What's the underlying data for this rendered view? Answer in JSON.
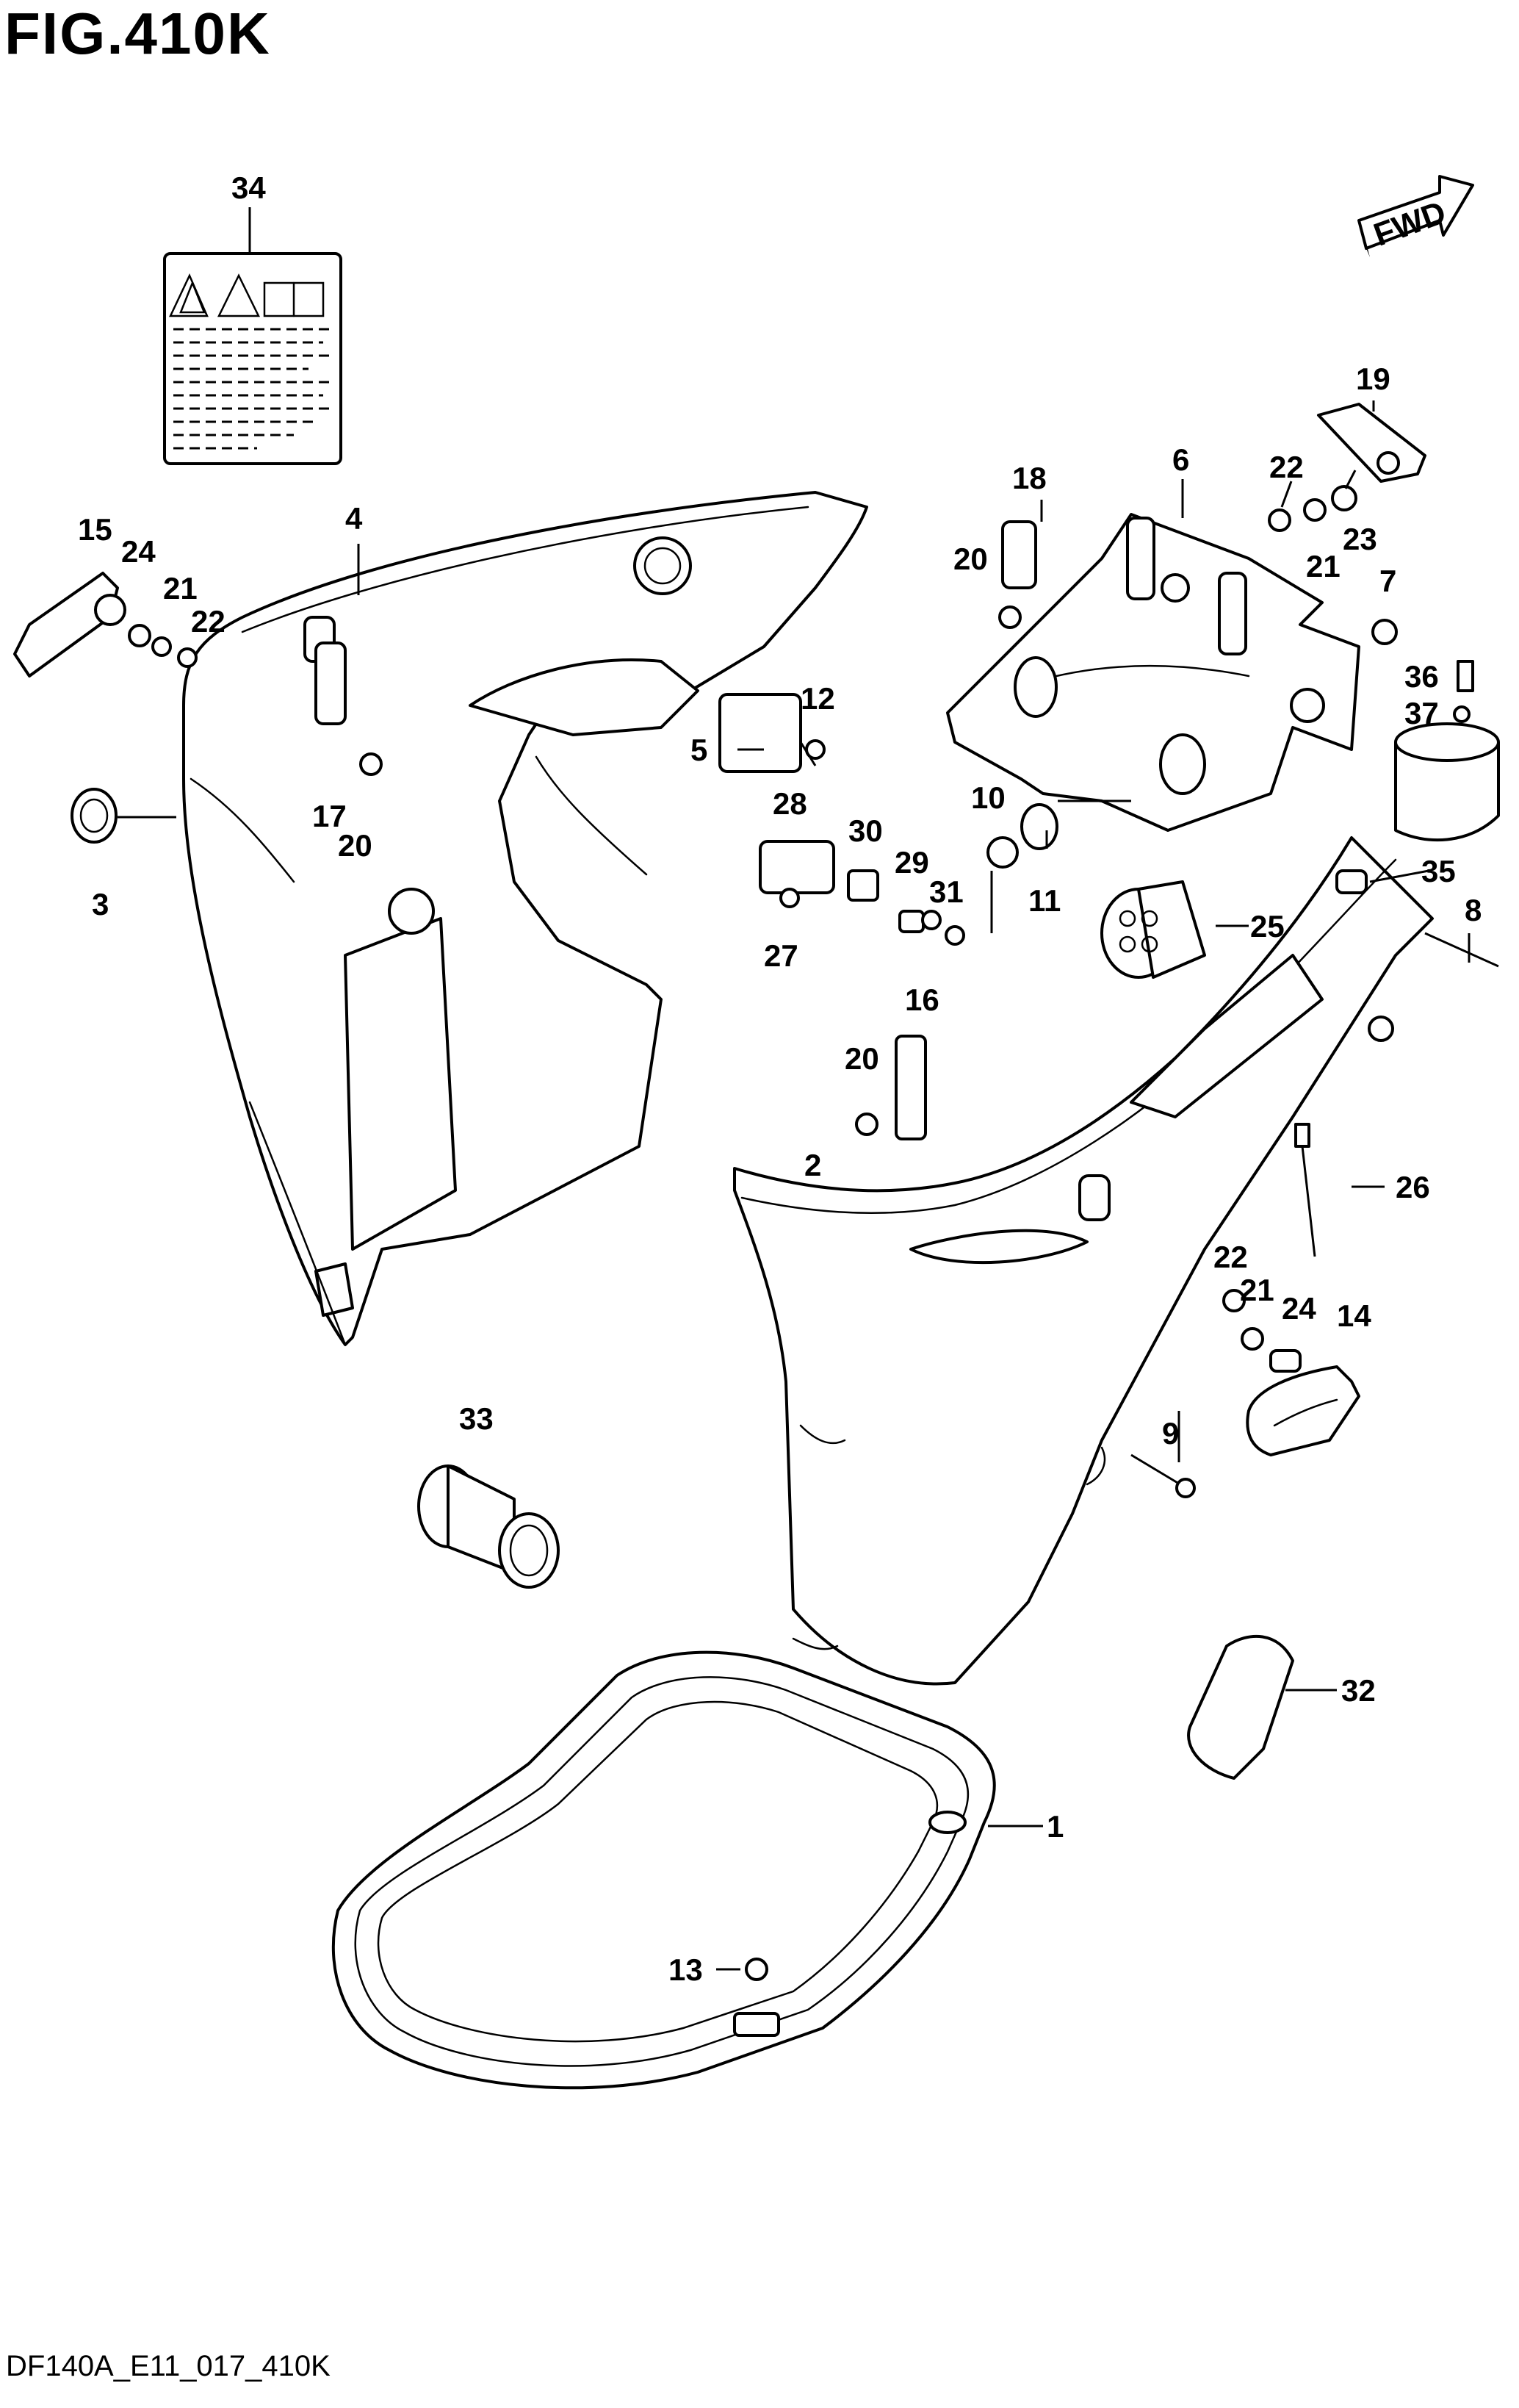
{
  "figure": {
    "title": "FIG.410K",
    "code": "DF140A_E11_017_410K",
    "fwd_label": "FWD"
  },
  "callouts": [
    {
      "id": "c1",
      "label": "1"
    },
    {
      "id": "c2",
      "label": "2"
    },
    {
      "id": "c3",
      "label": "3"
    },
    {
      "id": "c4",
      "label": "4"
    },
    {
      "id": "c5",
      "label": "5"
    },
    {
      "id": "c6",
      "label": "6"
    },
    {
      "id": "c7",
      "label": "7"
    },
    {
      "id": "c8",
      "label": "8"
    },
    {
      "id": "c9",
      "label": "9"
    },
    {
      "id": "c10",
      "label": "10"
    },
    {
      "id": "c11",
      "label": "11"
    },
    {
      "id": "c12",
      "label": "12"
    },
    {
      "id": "c13",
      "label": "13"
    },
    {
      "id": "c14",
      "label": "14"
    },
    {
      "id": "c15",
      "label": "15"
    },
    {
      "id": "c16",
      "label": "16"
    },
    {
      "id": "c17",
      "label": "17"
    },
    {
      "id": "c18",
      "label": "18"
    },
    {
      "id": "c19",
      "label": "19"
    },
    {
      "id": "c20a",
      "label": "20"
    },
    {
      "id": "c20b",
      "label": "20"
    },
    {
      "id": "c20c",
      "label": "20"
    },
    {
      "id": "c21a",
      "label": "21"
    },
    {
      "id": "c21b",
      "label": "21"
    },
    {
      "id": "c21c",
      "label": "21"
    },
    {
      "id": "c22a",
      "label": "22"
    },
    {
      "id": "c22b",
      "label": "22"
    },
    {
      "id": "c22c",
      "label": "22"
    },
    {
      "id": "c23",
      "label": "23"
    },
    {
      "id": "c24a",
      "label": "24"
    },
    {
      "id": "c24b",
      "label": "24"
    },
    {
      "id": "c25",
      "label": "25"
    },
    {
      "id": "c26",
      "label": "26"
    },
    {
      "id": "c27",
      "label": "27"
    },
    {
      "id": "c28",
      "label": "28"
    },
    {
      "id": "c29",
      "label": "29"
    },
    {
      "id": "c30",
      "label": "30"
    },
    {
      "id": "c31",
      "label": "31"
    },
    {
      "id": "c32",
      "label": "32"
    },
    {
      "id": "c33",
      "label": "33"
    },
    {
      "id": "c34",
      "label": "34"
    },
    {
      "id": "c35",
      "label": "35"
    },
    {
      "id": "c36",
      "label": "36"
    },
    {
      "id": "c37",
      "label": "37"
    }
  ]
}
